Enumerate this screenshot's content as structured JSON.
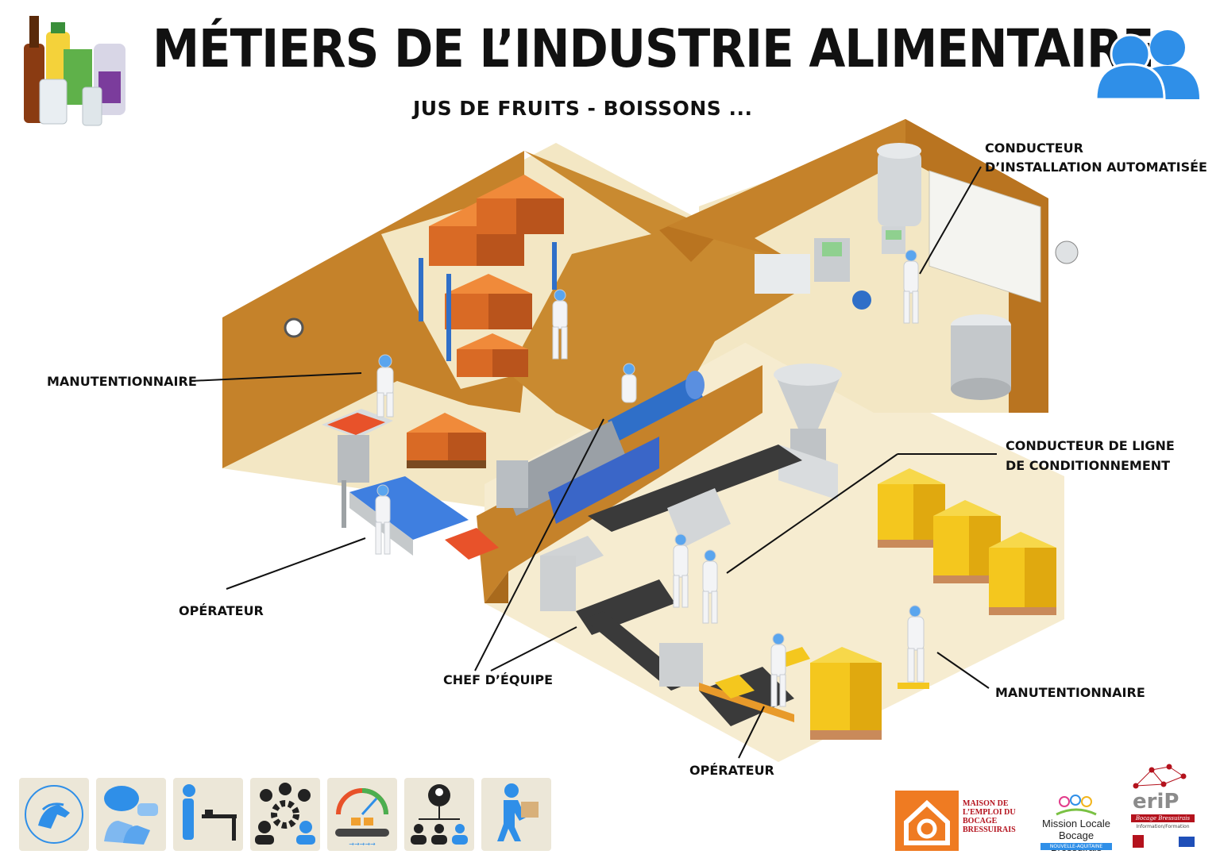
{
  "header": {
    "title": "MÉTIERS DE L’INDUSTRIE  ALIMENTAIRE",
    "subtitle": "JUS DE FRUITS - BOISSONS ..."
  },
  "labels": {
    "manutentionnaire_left": "MANUTENTIONNAIRE",
    "conducteur_installation_line1": "CONDUCTEUR",
    "conducteur_installation_line2": "D’INSTALLATION AUTOMATISÉE",
    "conducteur_ligne_line1": "CONDUCTEUR DE LIGNE",
    "conducteur_ligne_line2": "DE CONDITIONNEMENT",
    "operateur_left": "OPÉRATEUR",
    "chef_equipe": "CHEF D’ÉQUIPE",
    "manutentionnaire_right": "MANUTENTIONNAIRE",
    "operateur_bottom": "OPÉRATEUR"
  },
  "icons": [
    "hand-washing-icon",
    "hairnet-mask-gloves-icon",
    "workstation-icon",
    "teamwork-gear-icon",
    "production-speed-icon",
    "team-leader-icon",
    "carrying-box-icon"
  ],
  "logos": {
    "maison_emploi": "MAISON DE L’EMPLOI DU BOCAGE BRESSUIRAIS",
    "mission_locale_line1": "Mission Locale",
    "mission_locale_line2": "Bocage Bressuirais",
    "mission_locale_region": "NOUVELLE-AQUITAINE",
    "erip": "eriP",
    "erip_sub": "Bocage Bressuirais",
    "erip_sub2": "Information/Formation"
  },
  "colors": {
    "wall": "#c5822a",
    "floor": "#f3e7c4",
    "accent_blue": "#2f8fe8",
    "crate_yellow": "#f4c71e",
    "crate_orange": "#e7702a"
  }
}
